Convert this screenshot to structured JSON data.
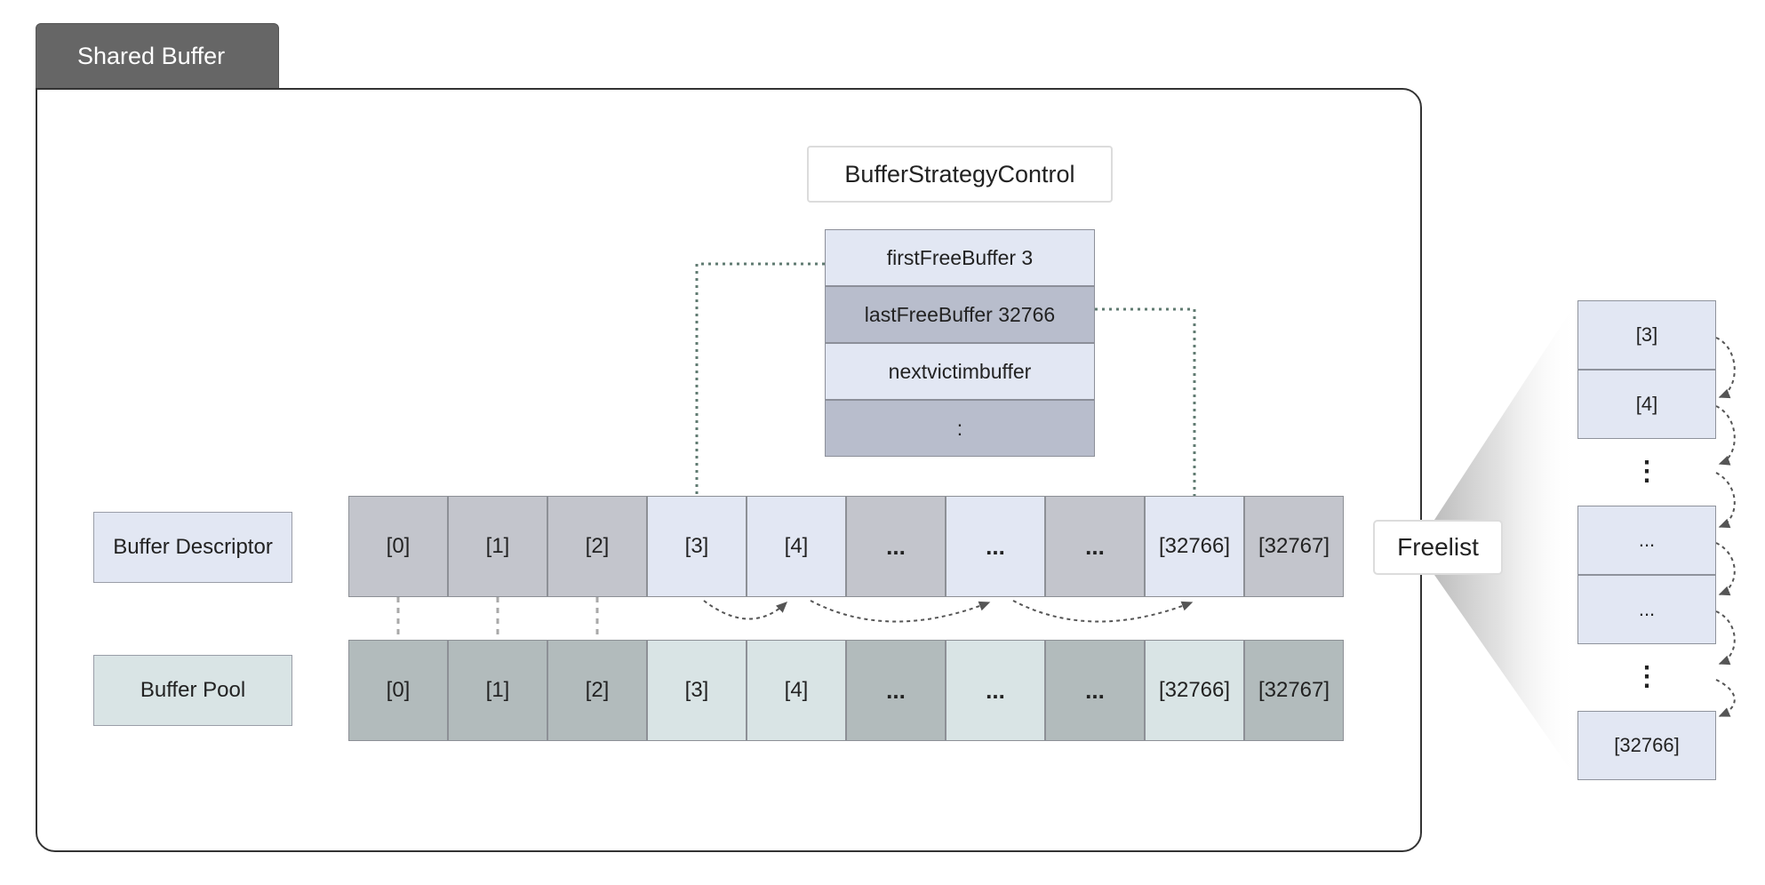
{
  "shared_buffer": {
    "tab_label": "Shared Buffer"
  },
  "strategy": {
    "title": "BufferStrategyControl",
    "fields": [
      "firstFreeBuffer 3",
      "lastFreeBuffer 32766",
      "nextvictimbuffer",
      ":"
    ]
  },
  "descriptor": {
    "label": "Buffer Descriptor",
    "cells": [
      "[0]",
      "[1]",
      "[2]",
      "[3]",
      "[4]",
      "...",
      "...",
      "...",
      "[32766]",
      "[32767]"
    ]
  },
  "pool": {
    "label": "Buffer Pool",
    "cells": [
      "[0]",
      "[1]",
      "[2]",
      "[3]",
      "[4]",
      "...",
      "...",
      "...",
      "[32766]",
      "[32767]"
    ]
  },
  "freelist": {
    "label": "Freelist",
    "items": [
      "[3]",
      "[4]",
      "⋮",
      "...",
      "...",
      "⋮",
      "[32766]"
    ]
  },
  "colors": {
    "descriptor_used": "#c3c5cc",
    "descriptor_free": "#e2e7f3",
    "descriptor_label": "#e2e7f3",
    "pool_used": "#b2bbbc",
    "pool_free": "#d9e4e5",
    "pool_label": "#d9e4e5",
    "strategy_light": "#e2e7f3",
    "strategy_dark": "#b8bdcc",
    "pointer_line": "#5f7a70",
    "link_arrow": "#555555"
  }
}
